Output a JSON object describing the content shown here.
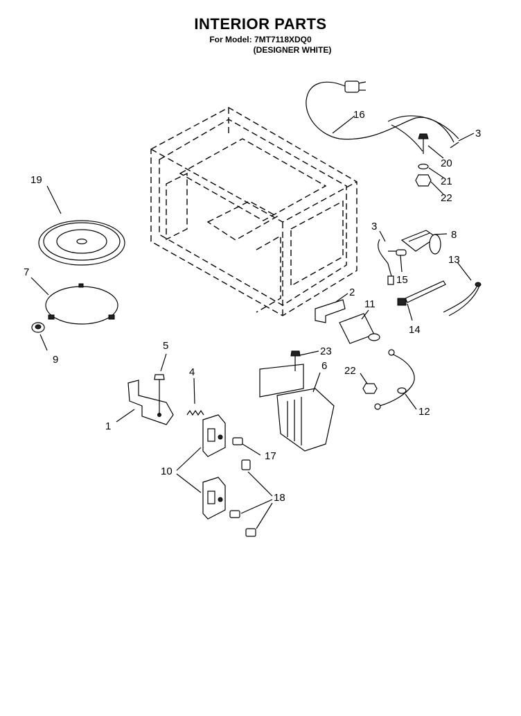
{
  "header": {
    "title": "INTERIOR PARTS",
    "model_line": "For Model: 7MT7118XDQ0",
    "variant": "(DESIGNER WHITE)"
  },
  "callouts": {
    "c1": "1",
    "c2": "2",
    "c3a": "3",
    "c3b": "3",
    "c4": "4",
    "c5": "5",
    "c6": "6",
    "c7": "7",
    "c8": "8",
    "c9": "9",
    "c10": "10",
    "c11": "11",
    "c12": "12",
    "c13": "13",
    "c14": "14",
    "c15": "15",
    "c16": "16",
    "c17": "17",
    "c18": "18",
    "c19": "19",
    "c20": "20",
    "c21": "21",
    "c22a": "22",
    "c22b": "22",
    "c23": "23"
  }
}
